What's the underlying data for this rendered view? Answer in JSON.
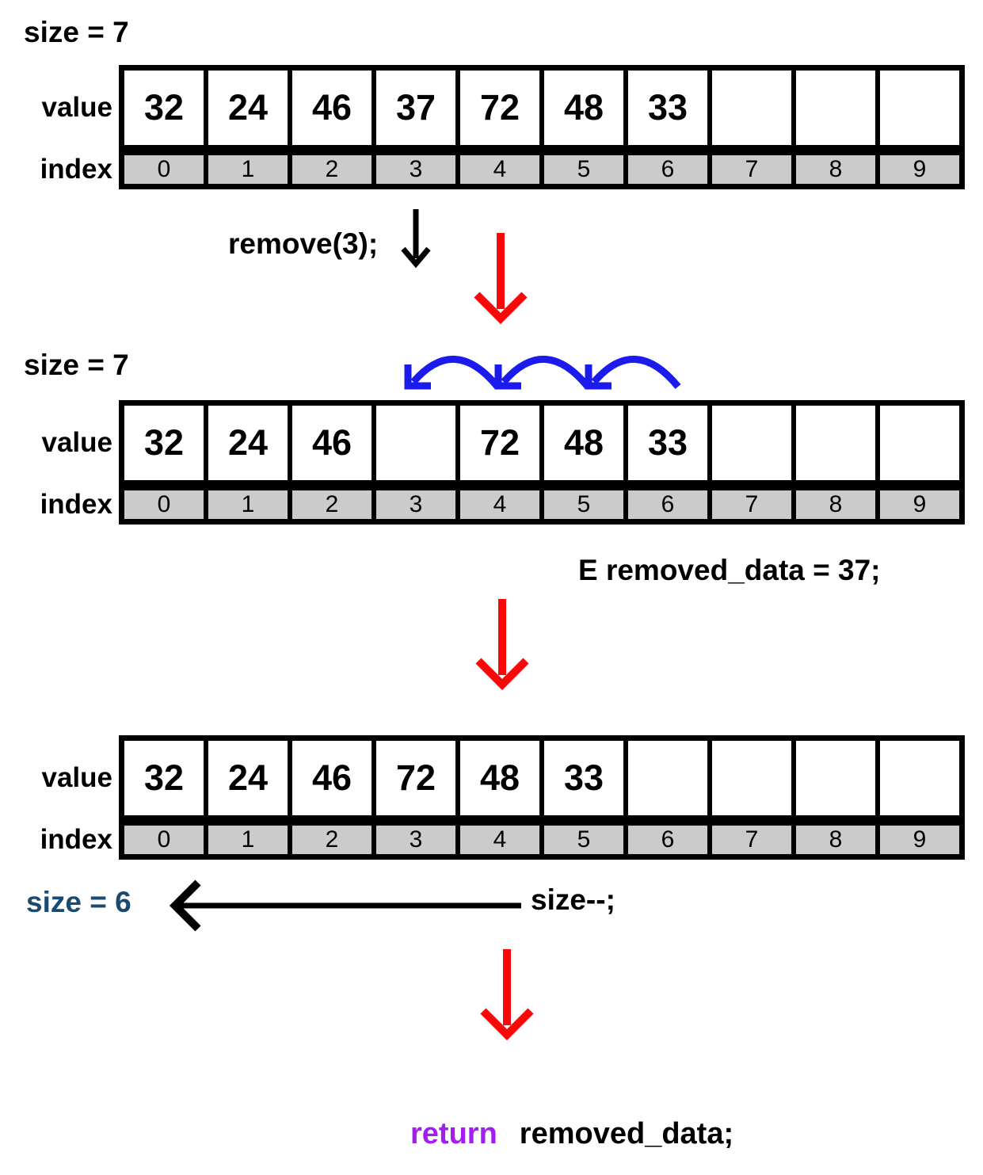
{
  "colors": {
    "red": "#fa0808",
    "blue": "#1b1bee",
    "navy": "#1a4a70",
    "purple": "#a21ef0",
    "index_gray": "#cbcbcb",
    "black": "#000000"
  },
  "row_labels": {
    "value": "value",
    "index": "index"
  },
  "steps": {
    "initial": {
      "size_text": "size = 7"
    },
    "operation_remove": {
      "code": "remove(3);"
    },
    "shifted": {
      "size_text": "size = 7",
      "assignment": "E removed_data = 37;"
    },
    "final": {
      "size_text": "size = 6",
      "code": "size--;"
    },
    "return_statement": {
      "keyword": "return",
      "expression": "removed_data;"
    }
  },
  "arrays": [
    {
      "id": "before-remove",
      "values": [
        "32",
        "24",
        "46",
        "37",
        "72",
        "48",
        "33",
        "",
        "",
        ""
      ],
      "indices": [
        "0",
        "1",
        "2",
        "3",
        "4",
        "5",
        "6",
        "7",
        "8",
        "9"
      ]
    },
    {
      "id": "after-remove",
      "values": [
        "32",
        "24",
        "46",
        "",
        "72",
        "48",
        "33",
        "",
        "",
        ""
      ],
      "indices": [
        "0",
        "1",
        "2",
        "3",
        "4",
        "5",
        "6",
        "7",
        "8",
        "9"
      ]
    },
    {
      "id": "after-shift",
      "values": [
        "32",
        "24",
        "46",
        "72",
        "48",
        "33",
        "",
        "",
        "",
        ""
      ],
      "indices": [
        "0",
        "1",
        "2",
        "3",
        "4",
        "5",
        "6",
        "7",
        "8",
        "9"
      ]
    }
  ]
}
